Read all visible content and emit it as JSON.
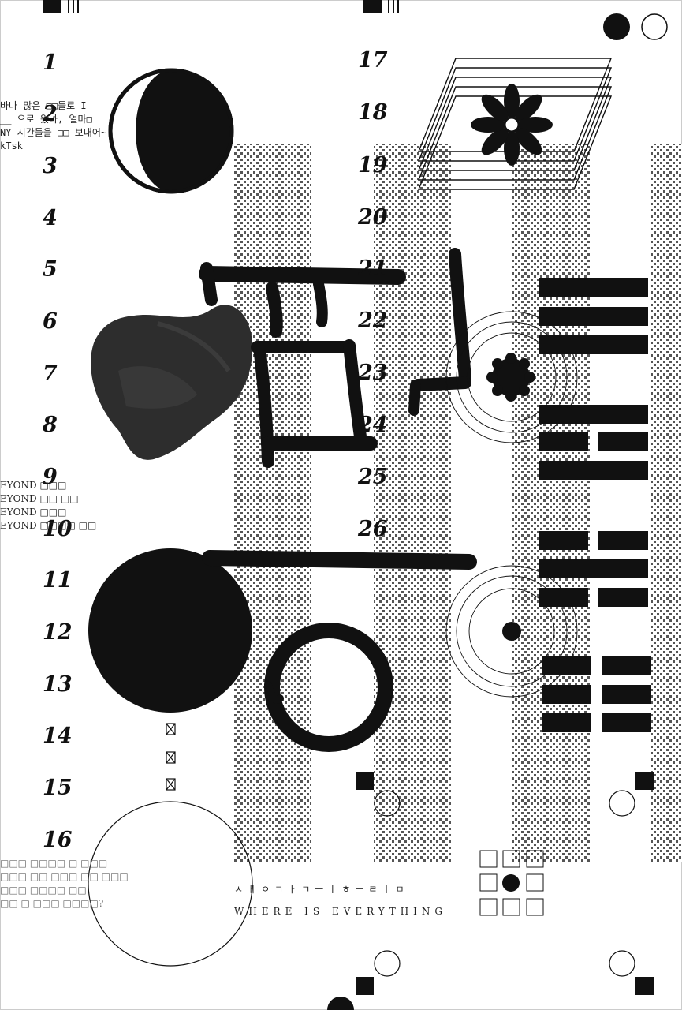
{
  "numbers_left": [
    "1",
    "2",
    "3",
    "4",
    "5",
    "6",
    "7",
    "8",
    "9",
    "10",
    "11",
    "12",
    "13",
    "14",
    "15",
    "16"
  ],
  "numbers_right": [
    "17",
    "18",
    "19",
    "20",
    "21",
    "22",
    "23",
    "24",
    "25",
    "26"
  ],
  "text_top_left": [
    "바나 많은 □□들로 I",
    "__ 으로 왔나, 얼마□",
    "NY 시간들을 □□ 보내어~",
    "kTsk"
  ],
  "text_mid_left": [
    "EYOND □□□",
    "EYOND □□ □□",
    "EYOND □□□",
    "EYOND □□□□ □□"
  ],
  "text_bottom_left": [
    "□□□ □□□□ □ □□□",
    "□□□ □□ □□□ □□ □□□",
    "□□□ □□□□ □□",
    "□□ □ □□□ □□□□?"
  ],
  "jamo_line": "ㅅㅐㅇㄱㅏㄱㅡㅣㅎㅡㄹㅣㅁ",
  "latin_line": "WHERE IS EVERYTHING",
  "colors": {
    "ink": "#111111",
    "paper": "#ffffff",
    "pattern": "#555555"
  }
}
